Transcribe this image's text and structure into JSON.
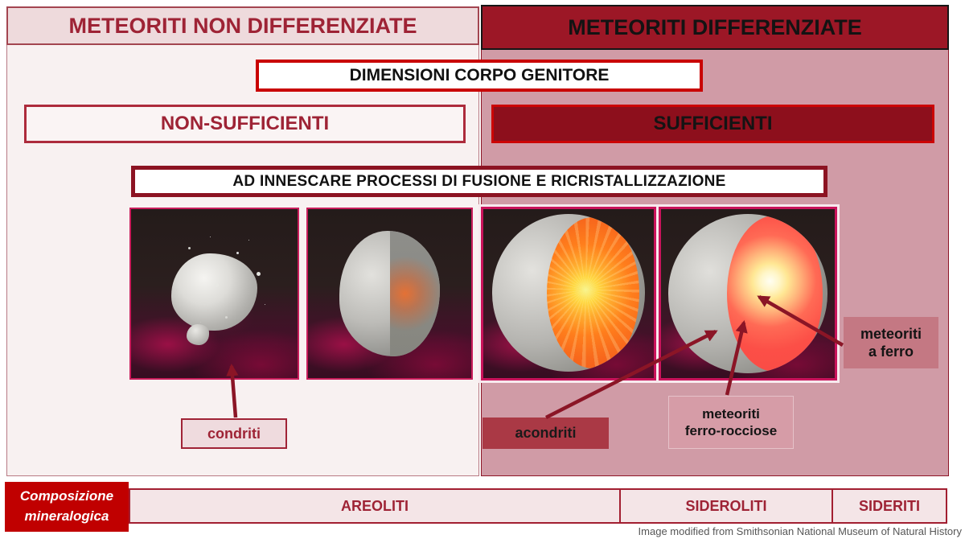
{
  "headers": {
    "non_differenziate": "METEORITI NON DIFFERENZIATE",
    "differenziate": "METEORITI DIFFERENZIATE"
  },
  "size_box": {
    "label": "DIMENSIONI CORPO GENITORE"
  },
  "sufficiency": {
    "non_sufficienti": "NON-SUFFICIENTI",
    "sufficienti": "SUFFICIENTI"
  },
  "process_box": {
    "label": "AD INNESCARE PROCESSI DI FUSIONE E RICRISTALLIZZAZIONE"
  },
  "illustrations": [
    {
      "name": "rubble-pile-asteroid-image",
      "meaning": "undifferentiated chondrite parent body"
    },
    {
      "name": "weakly-heated-asteroid-image",
      "meaning": "slightly heated parent body with faint warm core"
    },
    {
      "name": "molten-interior-asteroid-image",
      "meaning": "parent body with fully molten radiating interior"
    },
    {
      "name": "differentiated-asteroid-image",
      "meaning": "differentiated parent body with bright metal core"
    }
  ],
  "callouts": {
    "condriti": "condriti",
    "acondriti": "acondriti",
    "ferro_rocciose": "meteoriti\nferro-rocciose",
    "a_ferro": "meteoriti\na ferro"
  },
  "bottom": {
    "composizione": "Composizione\nmineralogica",
    "sections": [
      {
        "label": "AREOLITI"
      },
      {
        "label": "SIDEROLITI"
      },
      {
        "label": "SIDERITI"
      }
    ]
  },
  "caption": "Image modified from Smithsonian National Museum of Natural History",
  "colors": {
    "dark_red": "#9c1726",
    "maroon_fill": "#8d0f1c",
    "bright_red": "#c90000",
    "composizione_red": "#c00000",
    "header_text_red": "#9e2335",
    "left_panel_bg": "#f8f1f1",
    "left_header_bg": "#eedadc",
    "right_panel_bg": "#d09ba6",
    "acondriti_bg": "#aa3945",
    "ferro_rocciose_bg": "#d69ca7",
    "a_ferro_bg": "#c47883",
    "condriti_bg": "#efdbde",
    "bottom_bar_bg": "#f4e5e7",
    "arrow_color": "#8b1526",
    "image_border_magenta": "#c91d5b",
    "caption_gray": "#565656"
  }
}
